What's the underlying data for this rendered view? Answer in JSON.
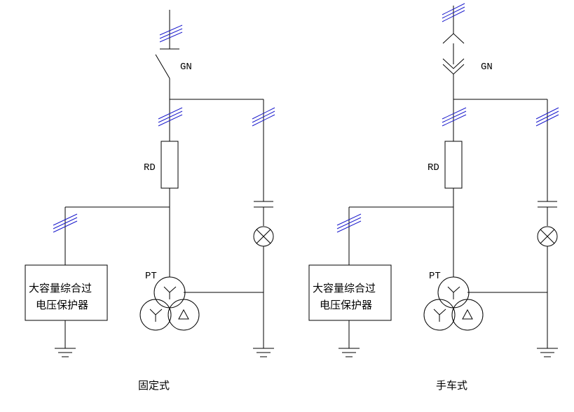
{
  "diagrams": [
    {
      "caption": "固定式",
      "labels": {
        "gn": "GN",
        "rd": "RD",
        "pt": "PT"
      },
      "protector": {
        "line1": "大容量综合过",
        "line2": "电压保护器"
      }
    },
    {
      "caption": "手车式",
      "labels": {
        "gn": "GN",
        "rd": "RD",
        "pt": "PT"
      },
      "protector": {
        "line1": "大容量综合过",
        "line2": "电压保护器"
      }
    }
  ],
  "colors": {
    "wire": "#000000",
    "three_phase_mark": "#1a1acc"
  }
}
